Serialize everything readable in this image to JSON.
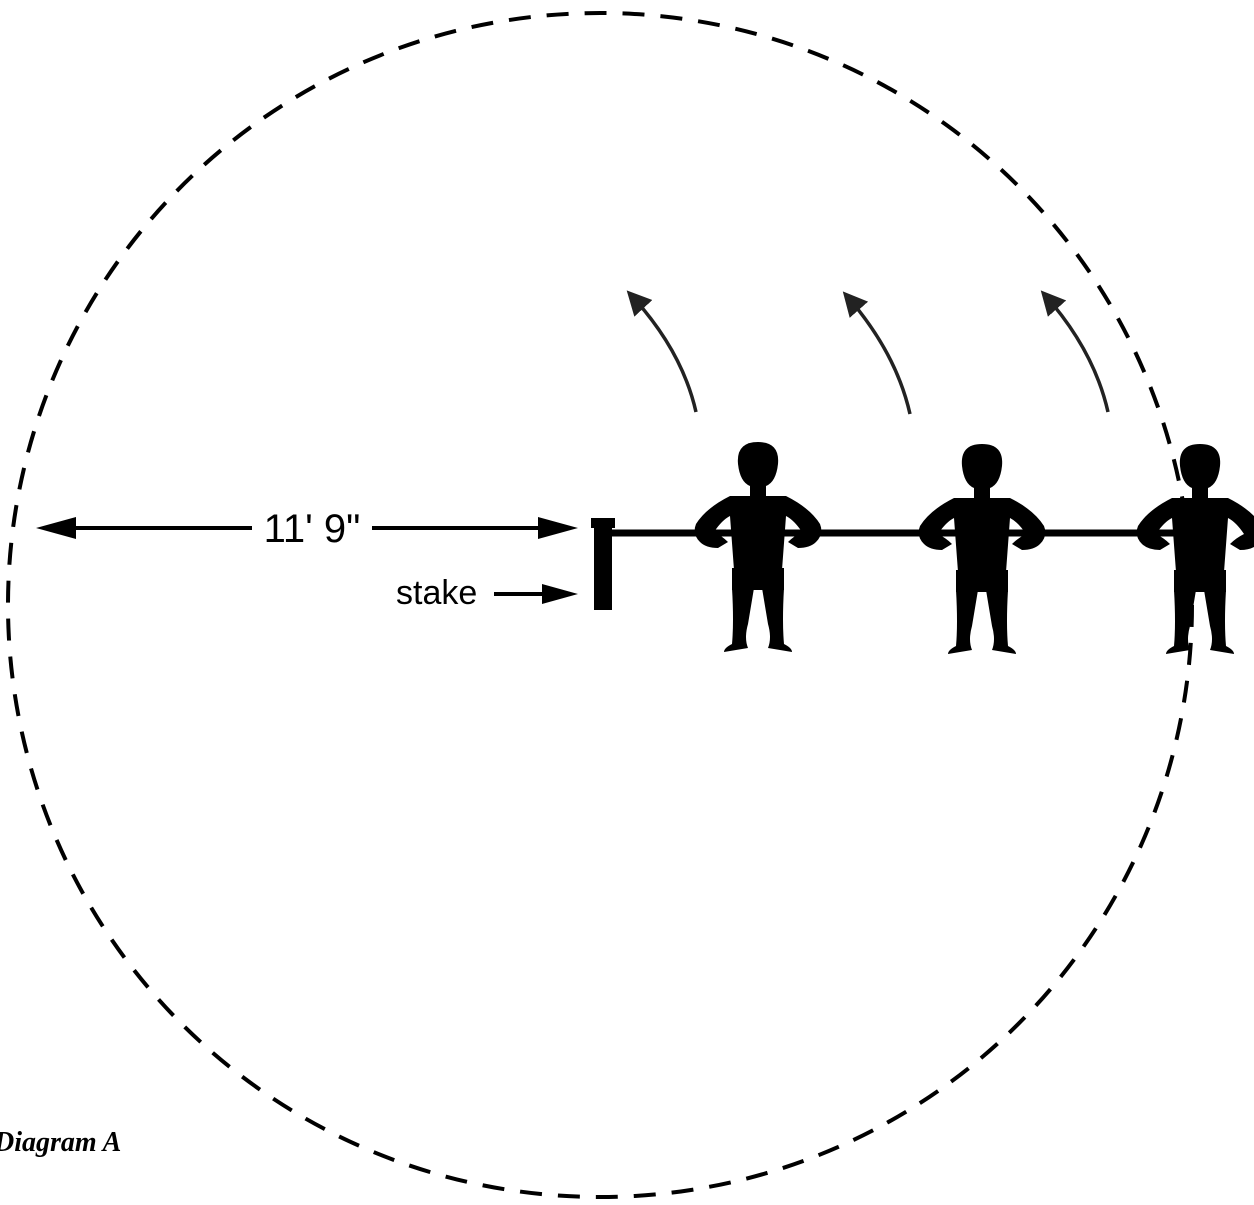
{
  "measurement_label": "11' 9\"",
  "stake_label": "stake",
  "caption": "Diagram A",
  "figure_count": 3,
  "colors": {
    "ink": "#000000",
    "arrow_gray": "#222222",
    "background": "#ffffff"
  }
}
